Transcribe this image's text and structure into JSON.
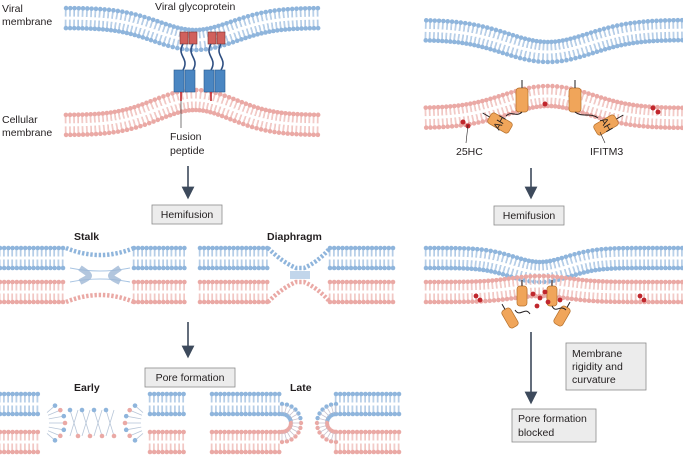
{
  "labels": {
    "viral_membrane": [
      "Viral",
      "membrane"
    ],
    "viral_glycoprotein": "Viral glycoprotein",
    "cellular_membrane": [
      "Cellular",
      "membrane"
    ],
    "fusion_peptide": [
      "Fusion",
      "peptide"
    ],
    "hemifusion_left": "Hemifusion",
    "stalk": "Stalk",
    "diaphragm": "Diaphragm",
    "pore_formation": "Pore formation",
    "early": "Early",
    "late": "Late",
    "hc25": "25HC",
    "ifitm3": "IFITM3",
    "ah": "AH",
    "hemifusion_right": "Hemifusion",
    "membrane_rigidity": [
      "Membrane",
      "rigidity and",
      "curvature"
    ],
    "pore_blocked": [
      "Pore formation",
      "blocked"
    ]
  },
  "colors": {
    "viral_lipid": "#8fb5dc",
    "cell_lipid": "#eaa9a5",
    "tail_blue": "#a9c5e3",
    "tail_pink": "#efbfbb",
    "arrow": "#3d4a5c",
    "box_fill": "#ececec",
    "box_stroke": "#8c8c8c",
    "glyco_red": "#d1605c",
    "glyco_blue": "#4a86c2",
    "ifitm": "#f0a55a",
    "chol": "#c0272d"
  }
}
